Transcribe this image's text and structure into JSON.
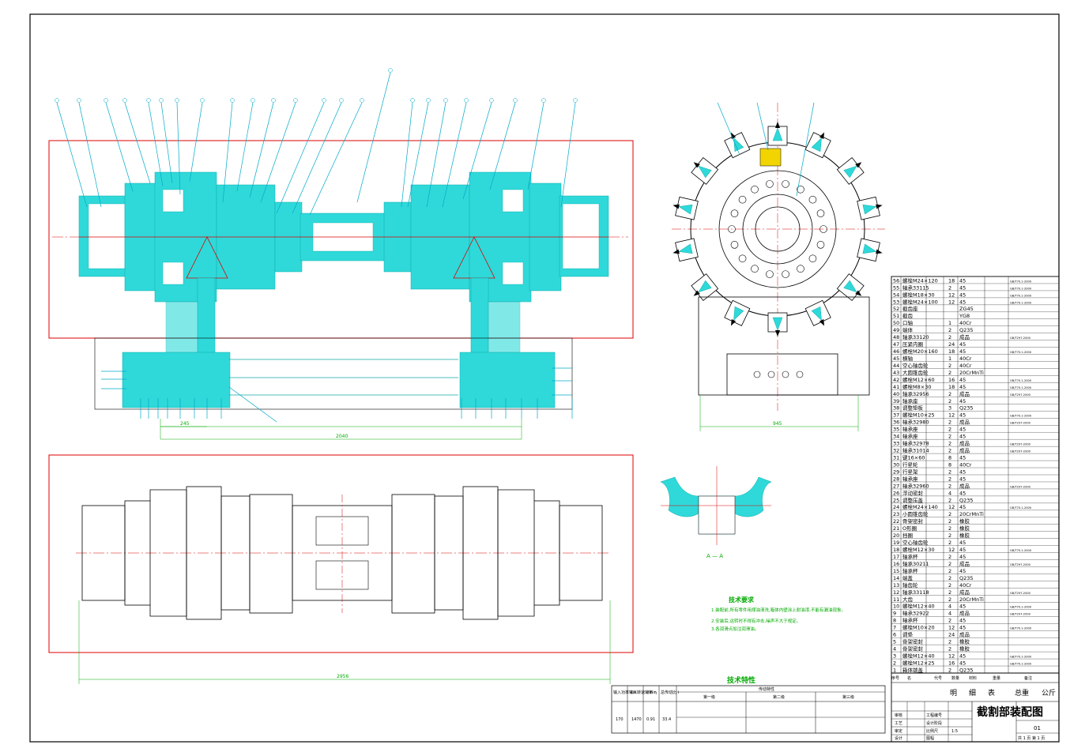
{
  "title_block": {
    "drawing_title": "截割部装配图",
    "bom_title_left": "明",
    "bom_title_mid": "细",
    "bom_title_right": "表",
    "company": "公斤",
    "assembly_label": "总重",
    "drawing_number": "01",
    "scale_label": "比例尺",
    "scale_value": "1:5",
    "sheet_info": "共 1 页 第 1 页",
    "rows": [
      "审核",
      "工艺",
      "审定",
      "设计"
    ],
    "row_values": [
      "工程编号",
      "设计阶段",
      "比例尺",
      "图幅"
    ]
  },
  "bom_header": {
    "no": "序号",
    "name": "名",
    "code": "代号",
    "qty": "数量",
    "material": "材料",
    "weight": "重量",
    "remark": "备注"
  },
  "bom": [
    {
      "no": "56",
      "name": "螺栓M24×120",
      "qty": "18",
      "mat": "45",
      "std": "GB/T70.1-2000"
    },
    {
      "no": "55",
      "name": "轴承33115",
      "qty": "2",
      "mat": "45",
      "std": "GB/T70.1-2000"
    },
    {
      "no": "54",
      "name": "螺栓M18×30",
      "qty": "12",
      "mat": "45",
      "std": "GB/T70.1-2000"
    },
    {
      "no": "53",
      "name": "螺栓M24×100",
      "qty": "12",
      "mat": "45",
      "std": "GB/T70.1-2000"
    },
    {
      "no": "52",
      "name": "截齿座",
      "qty": "",
      "mat": "ZG45",
      "std": ""
    },
    {
      "no": "51",
      "name": "截齿",
      "qty": "",
      "mat": "YG8",
      "std": ""
    },
    {
      "no": "50",
      "name": "口轴",
      "qty": "1",
      "mat": "40Cr",
      "std": ""
    },
    {
      "no": "49",
      "name": "端体",
      "qty": "2",
      "mat": "Q235",
      "std": ""
    },
    {
      "no": "48",
      "name": "轴承33120",
      "qty": "2",
      "mat": "成品",
      "std": "GB/T297-2000"
    },
    {
      "no": "47",
      "name": "压紧内圈",
      "qty": "24",
      "mat": "45",
      "std": ""
    },
    {
      "no": "46",
      "name": "螺栓M20×160",
      "qty": "18",
      "mat": "45",
      "std": "GB/T70.1-2000"
    },
    {
      "no": "45",
      "name": "横轴",
      "qty": "1",
      "mat": "40Cr",
      "std": ""
    },
    {
      "no": "44",
      "name": "空心轴齿轮",
      "qty": "2",
      "mat": "40Cr",
      "std": ""
    },
    {
      "no": "43",
      "name": "大圆锥齿轮",
      "qty": "2",
      "mat": "20CrMnTi",
      "std": ""
    },
    {
      "no": "42",
      "name": "螺栓M12×60",
      "qty": "16",
      "mat": "45",
      "std": "GB/T70.1-2000"
    },
    {
      "no": "41",
      "name": "螺栓M8×30",
      "qty": "18",
      "mat": "45",
      "std": "GB/T70.1-2000"
    },
    {
      "no": "40",
      "name": "轴承32956",
      "qty": "2",
      "mat": "成品",
      "std": "GB/T297-2000"
    },
    {
      "no": "39",
      "name": "轴承座",
      "qty": "2",
      "mat": "45",
      "std": ""
    },
    {
      "no": "38",
      "name": "调整垫板",
      "qty": "3",
      "mat": "Q235",
      "std": ""
    },
    {
      "no": "37",
      "name": "螺栓M10×25",
      "qty": "12",
      "mat": "45",
      "std": "GB/T70.1-2000"
    },
    {
      "no": "36",
      "name": "轴承32980",
      "qty": "2",
      "mat": "成品",
      "std": "GB/T297-2000"
    },
    {
      "no": "35",
      "name": "轴承座",
      "qty": "2",
      "mat": "45",
      "std": ""
    },
    {
      "no": "34",
      "name": "轴承座",
      "qty": "2",
      "mat": "45",
      "std": ""
    },
    {
      "no": "33",
      "name": "轴承32978",
      "qty": "2",
      "mat": "成品",
      "std": "GB/T297-2000"
    },
    {
      "no": "32",
      "name": "轴承31014",
      "qty": "2",
      "mat": "成品",
      "std": "GB/T297-2000"
    },
    {
      "no": "31",
      "name": "键16×60",
      "qty": "8",
      "mat": "45",
      "std": ""
    },
    {
      "no": "30",
      "name": "行星轮",
      "qty": "8",
      "mat": "40Cr",
      "std": ""
    },
    {
      "no": "29",
      "name": "行星架",
      "qty": "2",
      "mat": "45",
      "std": ""
    },
    {
      "no": "28",
      "name": "轴承座",
      "qty": "2",
      "mat": "45",
      "std": ""
    },
    {
      "no": "27",
      "name": "轴承32960",
      "qty": "2",
      "mat": "成品",
      "std": "GB/T297-2000"
    },
    {
      "no": "26",
      "name": "浮动密封",
      "qty": "4",
      "mat": "45",
      "std": ""
    },
    {
      "no": "25",
      "name": "调整压盖",
      "qty": "2",
      "mat": "Q235",
      "std": ""
    },
    {
      "no": "24",
      "name": "螺栓M24×140",
      "qty": "12",
      "mat": "45",
      "std": "GB/T70.1-2000"
    },
    {
      "no": "23",
      "name": "小圆锥齿轮",
      "qty": "2",
      "mat": "20CrMnTi",
      "std": ""
    },
    {
      "no": "22",
      "name": "骨架密封",
      "qty": "2",
      "mat": "橡胶",
      "std": ""
    },
    {
      "no": "21",
      "name": "O形圈",
      "qty": "2",
      "mat": "橡胶",
      "std": ""
    },
    {
      "no": "20",
      "name": "挡圈",
      "qty": "2",
      "mat": "橡胶",
      "std": ""
    },
    {
      "no": "19",
      "name": "空心轴齿轮",
      "qty": "2",
      "mat": "45",
      "std": ""
    },
    {
      "no": "18",
      "name": "螺栓M12×30",
      "qty": "12",
      "mat": "45",
      "std": "GB/T70.1-2000"
    },
    {
      "no": "17",
      "name": "轴承杯",
      "qty": "2",
      "mat": "45",
      "std": ""
    },
    {
      "no": "16",
      "name": "轴承30211",
      "qty": "2",
      "mat": "成品",
      "std": "GB/T297-2000"
    },
    {
      "no": "15",
      "name": "轴承杯",
      "qty": "2",
      "mat": "45",
      "std": ""
    },
    {
      "no": "14",
      "name": "端盖",
      "qty": "2",
      "mat": "Q235",
      "std": ""
    },
    {
      "no": "13",
      "name": "轴齿轮",
      "qty": "2",
      "mat": "40Cr",
      "std": ""
    },
    {
      "no": "12",
      "name": "轴承33118",
      "qty": "2",
      "mat": "成品",
      "std": "GB/T297-2000"
    },
    {
      "no": "11",
      "name": "大齿",
      "qty": "2",
      "mat": "20CrMnTi",
      "std": ""
    },
    {
      "no": "10",
      "name": "螺栓M12×40",
      "qty": "4",
      "mat": "45",
      "std": "GB/T70.1-2000"
    },
    {
      "no": "9",
      "name": "轴承32922",
      "qty": "4",
      "mat": "成品",
      "std": "GB/T297-2000"
    },
    {
      "no": "8",
      "name": "轴承杯",
      "qty": "2",
      "mat": "45",
      "std": ""
    },
    {
      "no": "7",
      "name": "螺栓M10×20",
      "qty": "12",
      "mat": "45",
      "std": "GB/T70.1-2000"
    },
    {
      "no": "6",
      "name": "调垫",
      "qty": "24",
      "mat": "成品",
      "std": ""
    },
    {
      "no": "5",
      "name": "骨架密封",
      "qty": "2",
      "mat": "橡胶",
      "std": ""
    },
    {
      "no": "4",
      "name": "骨架密封",
      "qty": "2",
      "mat": "橡胶",
      "std": ""
    },
    {
      "no": "3",
      "name": "螺栓M12×40",
      "qty": "12",
      "mat": "45",
      "std": "GB/T70.1-2000"
    },
    {
      "no": "2",
      "name": "螺栓M12×25",
      "qty": "16",
      "mat": "45",
      "std": "GB/T70.1-2000"
    },
    {
      "no": "1",
      "name": "箱体端盖",
      "qty": "2",
      "mat": "Q235",
      "std": ""
    }
  ],
  "tech_requirements": {
    "title": "技术要求",
    "items": [
      "1.装配前,所有零件用煤油清洗,箱体内壁涂上耐油漆,不能有漏油现象。",
      "2.安装后,运转时不得有冲击,噪声不大于规定。",
      "3.各润滑点加注润滑油。"
    ]
  },
  "tech_specs": {
    "title": "技术特性",
    "headers": [
      "输入功率 kW",
      "输入转速 r/min",
      "效率 η",
      "总传动比 i",
      "传动特性"
    ],
    "values": [
      "170",
      "1470",
      "0.91",
      "33.4"
    ],
    "stage_headers": [
      "第一级",
      "第二级",
      "第三级"
    ]
  },
  "section_label": "A — A",
  "dimensions": {
    "overall_top": "2040",
    "overall_bottom": "2956",
    "small_left": "245",
    "side_width": "945"
  },
  "colors": {
    "frame": "#000000",
    "section_fill": "#2fd9d9",
    "leader": "#00aac8",
    "red_box": "#d00000",
    "green_text": "#00aa00",
    "yellow_bit": "#f2d500"
  }
}
